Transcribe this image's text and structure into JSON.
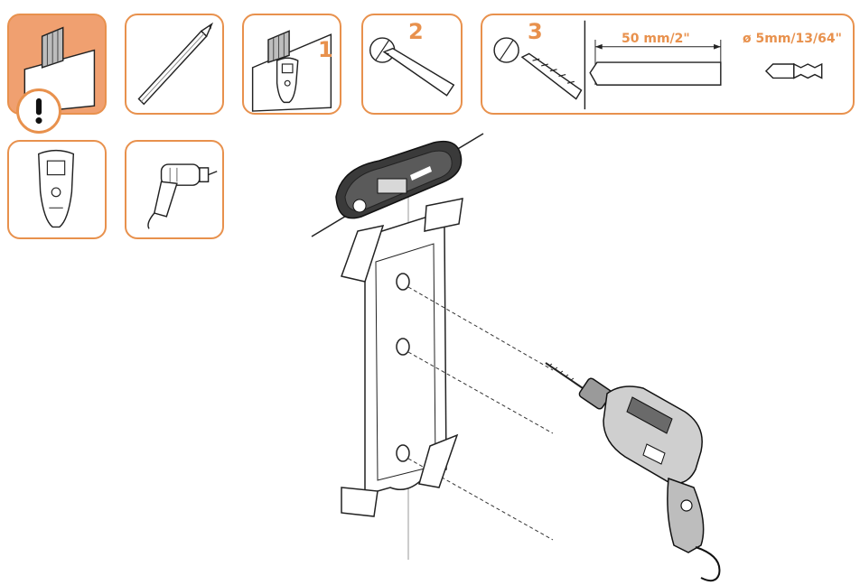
{
  "panels": {
    "warning": {
      "icon": "exclamation-icon",
      "accent": "#e8914d"
    },
    "step1": {
      "number": "1"
    },
    "step2": {
      "number": "2"
    },
    "step3": {
      "number": "3",
      "length": "50 mm/2\"",
      "diameter": "ø 5mm/13/64\""
    }
  },
  "colors": {
    "accent": "#e8914d",
    "accent_fill": "#f0a070",
    "line": "#222222",
    "grey": "#c8c8c8"
  }
}
